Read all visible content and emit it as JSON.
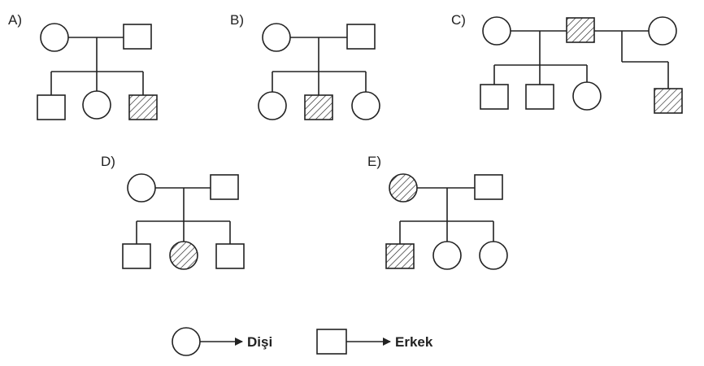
{
  "options": [
    {
      "label": "A)"
    },
    {
      "label": "B)"
    },
    {
      "label": "C)"
    },
    {
      "label": "D)"
    },
    {
      "label": "E)"
    }
  ],
  "legend": {
    "female_label": "Dişi",
    "male_label": "Erkek"
  },
  "colors": {
    "line": "#222222",
    "background": "#ffffff"
  }
}
